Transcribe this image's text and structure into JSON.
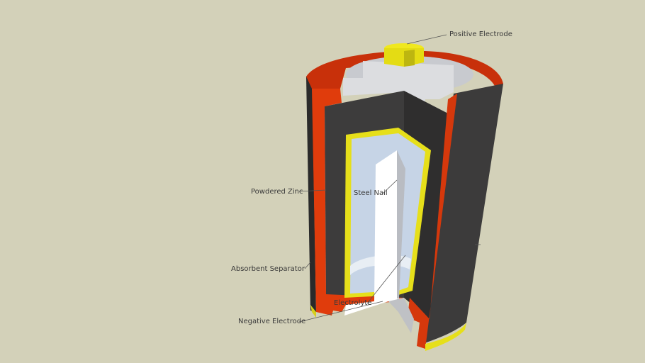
{
  "diagram": {
    "type": "3d-cutaway",
    "subject": "battery",
    "background_color": "#d3d1b9",
    "labels": [
      {
        "id": "positive-electrode",
        "text": "Positive Electrode"
      },
      {
        "id": "powdered-zinc",
        "text": "Powdered Zinc"
      },
      {
        "id": "steel-nail",
        "text": "Steel Nail"
      },
      {
        "id": "absorbent-separator",
        "text": "Absorbent Separator"
      },
      {
        "id": "electrolyte",
        "text": "Electrolyte"
      },
      {
        "id": "negative-electrode",
        "text": "Negative Electrode"
      }
    ],
    "colors": {
      "casing": "#3a3939",
      "red_layer": "#d93a0a",
      "yellow": "#e8e01a",
      "inner_light": "#c9d6e6",
      "nail": "#ffffff",
      "top_grey": "#d4d6da"
    }
  }
}
